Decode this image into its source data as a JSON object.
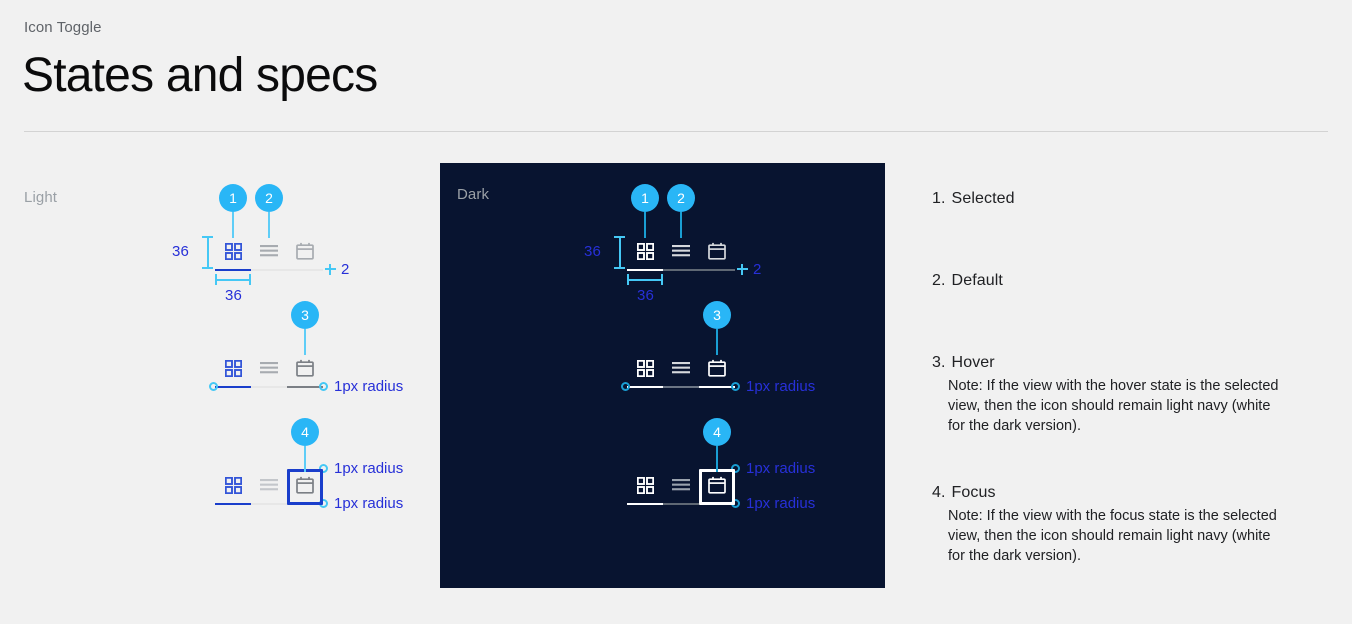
{
  "header": {
    "eyebrow": "Icon Toggle",
    "title": "States and specs"
  },
  "panels": {
    "light": {
      "label": "Light",
      "background": "#f1f1f1"
    },
    "dark": {
      "label": "Dark",
      "background": "#081430"
    }
  },
  "colors": {
    "badge": "#29b6f6",
    "measurement": "#45c8f5",
    "measurement_text": "#2730d8",
    "selected_light": "#1a3ecb",
    "selected_dark": "#ffffff",
    "default_icon_light": "#9aa0a6",
    "default_icon_dark": "#c9ccd1",
    "hover_track_light": "#7b7f85",
    "hover_track_dark": "#7b8493",
    "focus_outline_light": "#1a3ecb",
    "focus_outline_dark": "#ffffff",
    "title": "#0b0b0c"
  },
  "badges": [
    {
      "number": "1"
    },
    {
      "number": "2"
    },
    {
      "number": "3"
    },
    {
      "number": "4"
    }
  ],
  "measurements": {
    "height": "36",
    "width": "36",
    "thickness": "2",
    "radius": "1px radius"
  },
  "icons": {
    "grid": "grid-view-icon",
    "list": "list-view-icon",
    "calendar": "calendar-view-icon"
  },
  "rows": {
    "selected_default": {
      "name": "row-selected-default"
    },
    "hover": {
      "name": "row-hover"
    },
    "focus": {
      "name": "row-focus"
    }
  },
  "legend": [
    {
      "index": "1.",
      "title": "Selected",
      "note": ""
    },
    {
      "index": "2.",
      "title": "Default",
      "note": ""
    },
    {
      "index": "3.",
      "title": "Hover",
      "note": "Note: If the view with the hover state is the selected view, then the icon should remain light navy (white for the dark version)."
    },
    {
      "index": "4.",
      "title": "Focus",
      "note": "Note: If the view with the focus state is the selected view, then the icon should remain light navy (white for the dark version)."
    }
  ]
}
